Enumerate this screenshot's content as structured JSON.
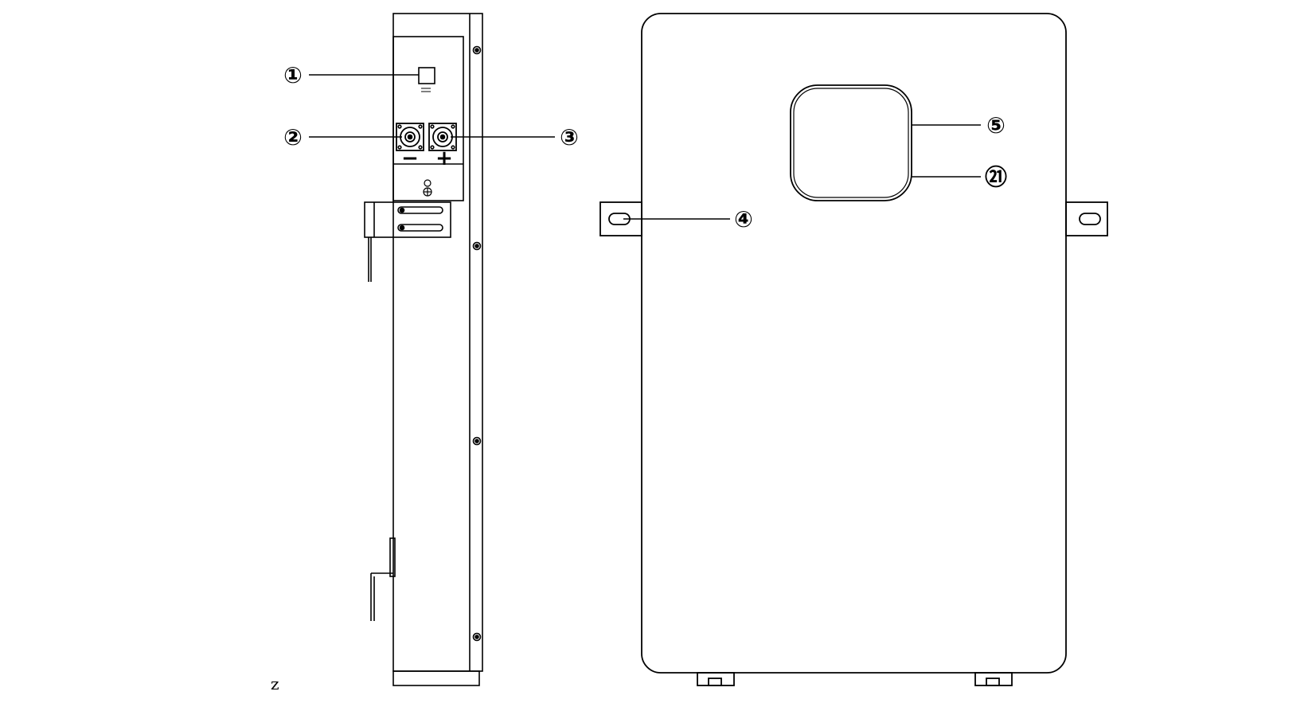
{
  "callouts": [
    {
      "id": "1",
      "label": "①"
    },
    {
      "id": "2",
      "label": "②"
    },
    {
      "id": "3",
      "label": "③"
    },
    {
      "id": "4",
      "label": "④"
    },
    {
      "id": "5",
      "label": "⑤"
    },
    {
      "id": "21",
      "label": "㉑"
    }
  ],
  "terminal_signs": {
    "negative": "−",
    "positive": "+"
  },
  "stray_mark": "z",
  "colors": {
    "line": "#000000",
    "background": "#ffffff"
  }
}
